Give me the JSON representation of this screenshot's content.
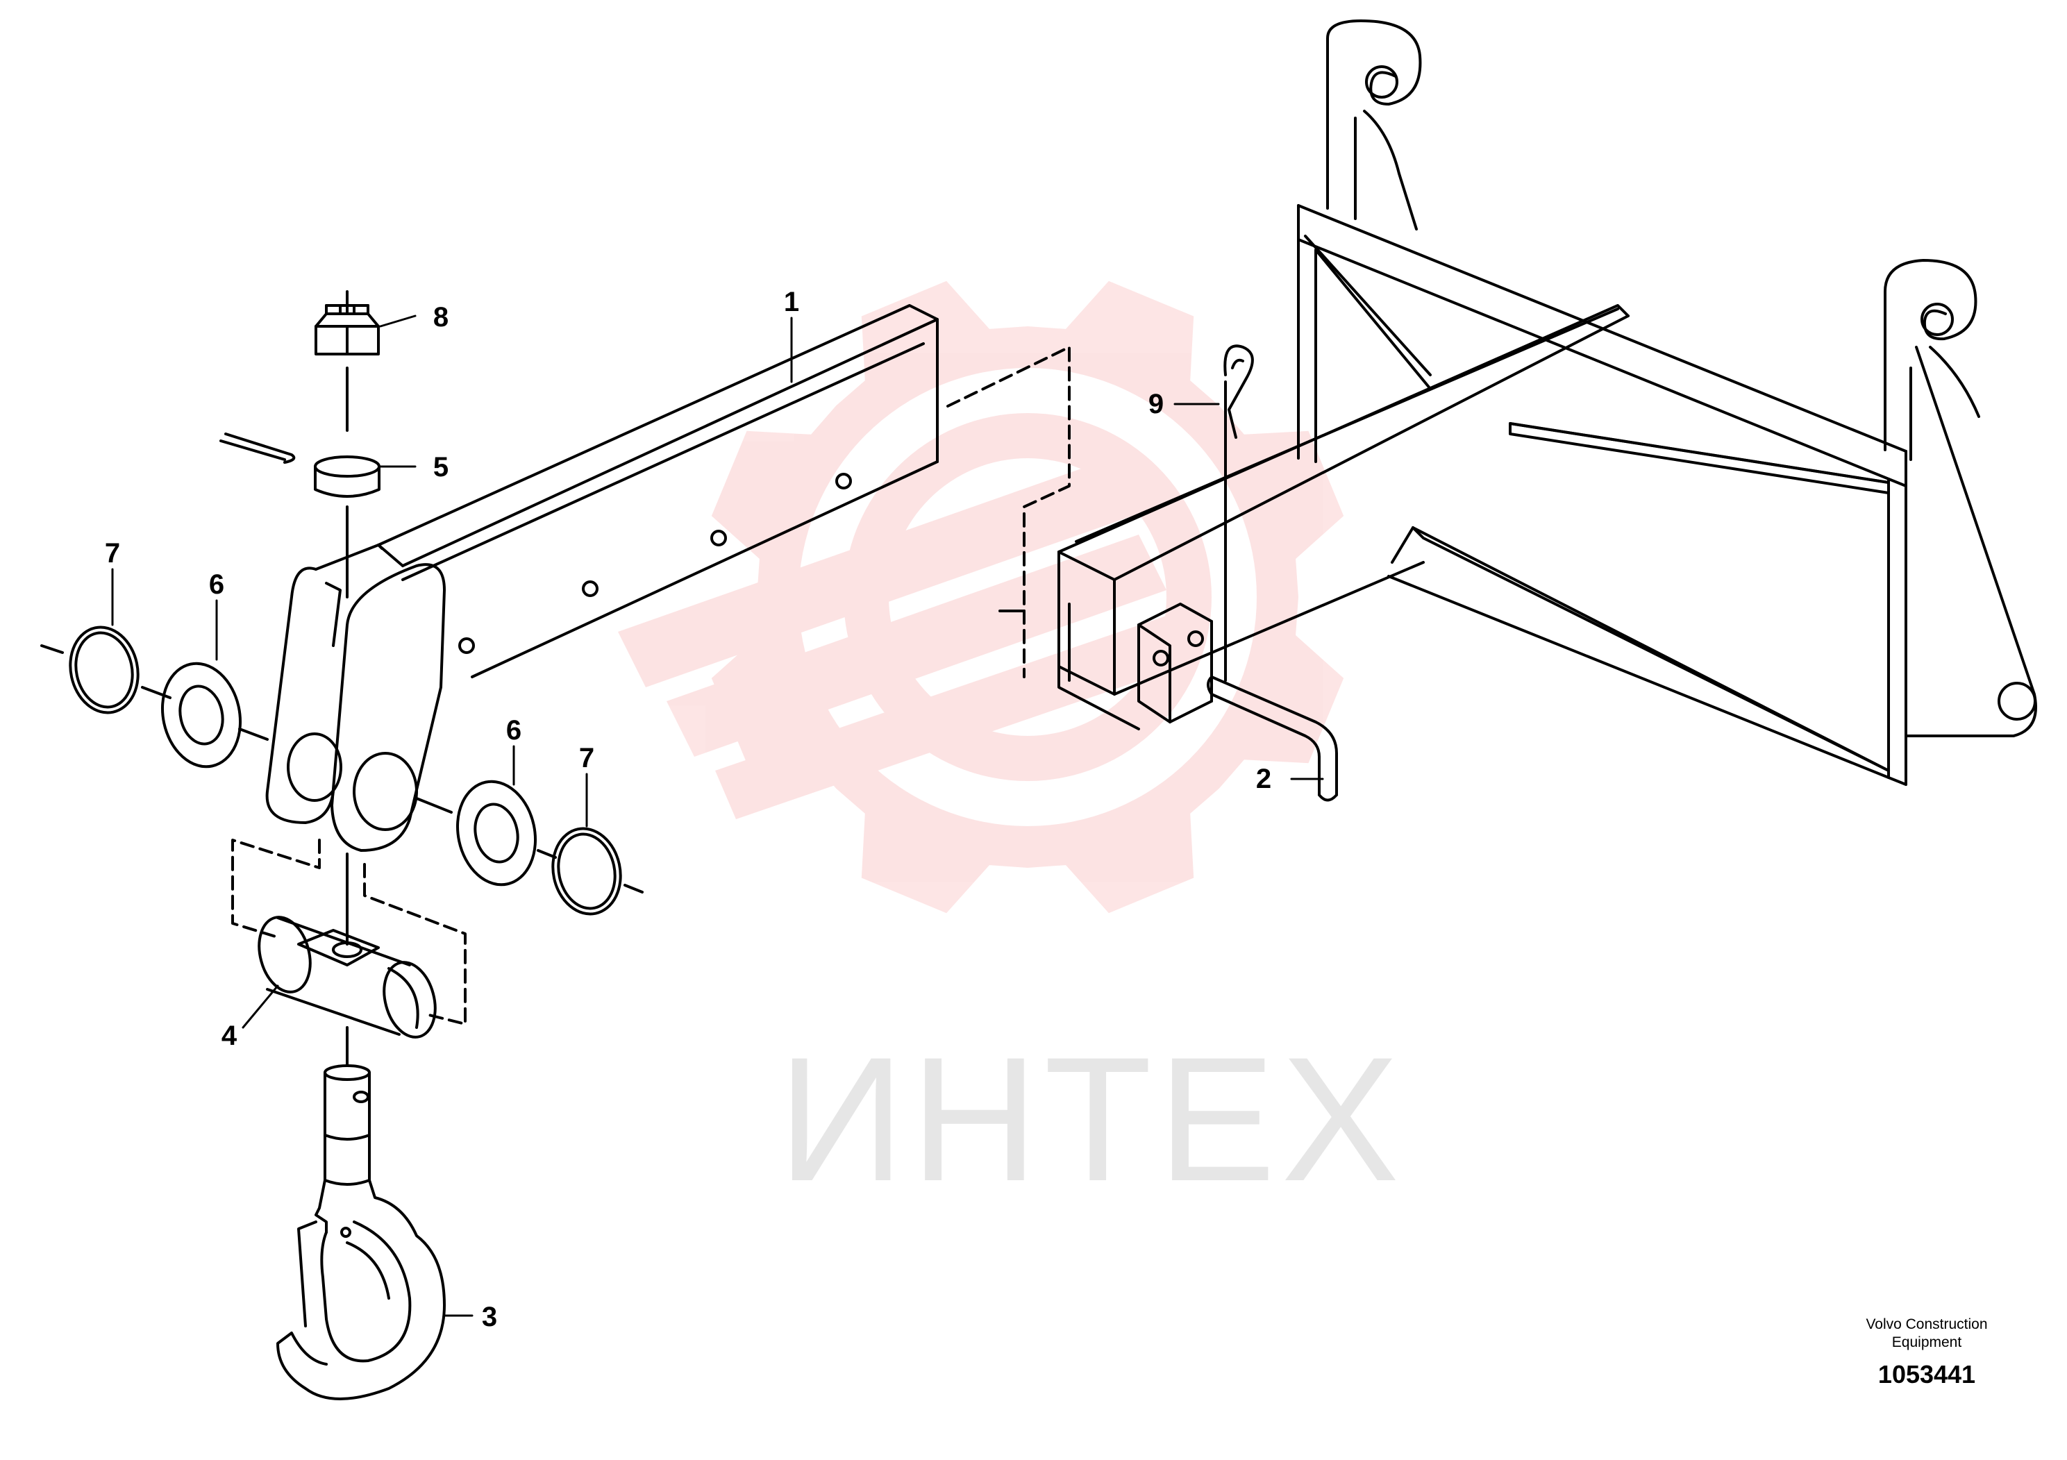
{
  "watermark": {
    "text": "ИНТЕХ",
    "gear_color": "#ef4444",
    "text_color": "#d1d1d1"
  },
  "callouts": [
    {
      "id": "1",
      "label": "1"
    },
    {
      "id": "2",
      "label": "2"
    },
    {
      "id": "3",
      "label": "3"
    },
    {
      "id": "4",
      "label": "4"
    },
    {
      "id": "5",
      "label": "5"
    },
    {
      "id": "6a",
      "label": "6"
    },
    {
      "id": "6b",
      "label": "6"
    },
    {
      "id": "7a",
      "label": "7"
    },
    {
      "id": "7b",
      "label": "7"
    },
    {
      "id": "8",
      "label": "8"
    },
    {
      "id": "9",
      "label": "9"
    }
  ],
  "credit": {
    "company": "Volvo Construction Equipment",
    "drawing_number": "1053441"
  },
  "colors": {
    "line": "#000000",
    "background": "#ffffff"
  }
}
